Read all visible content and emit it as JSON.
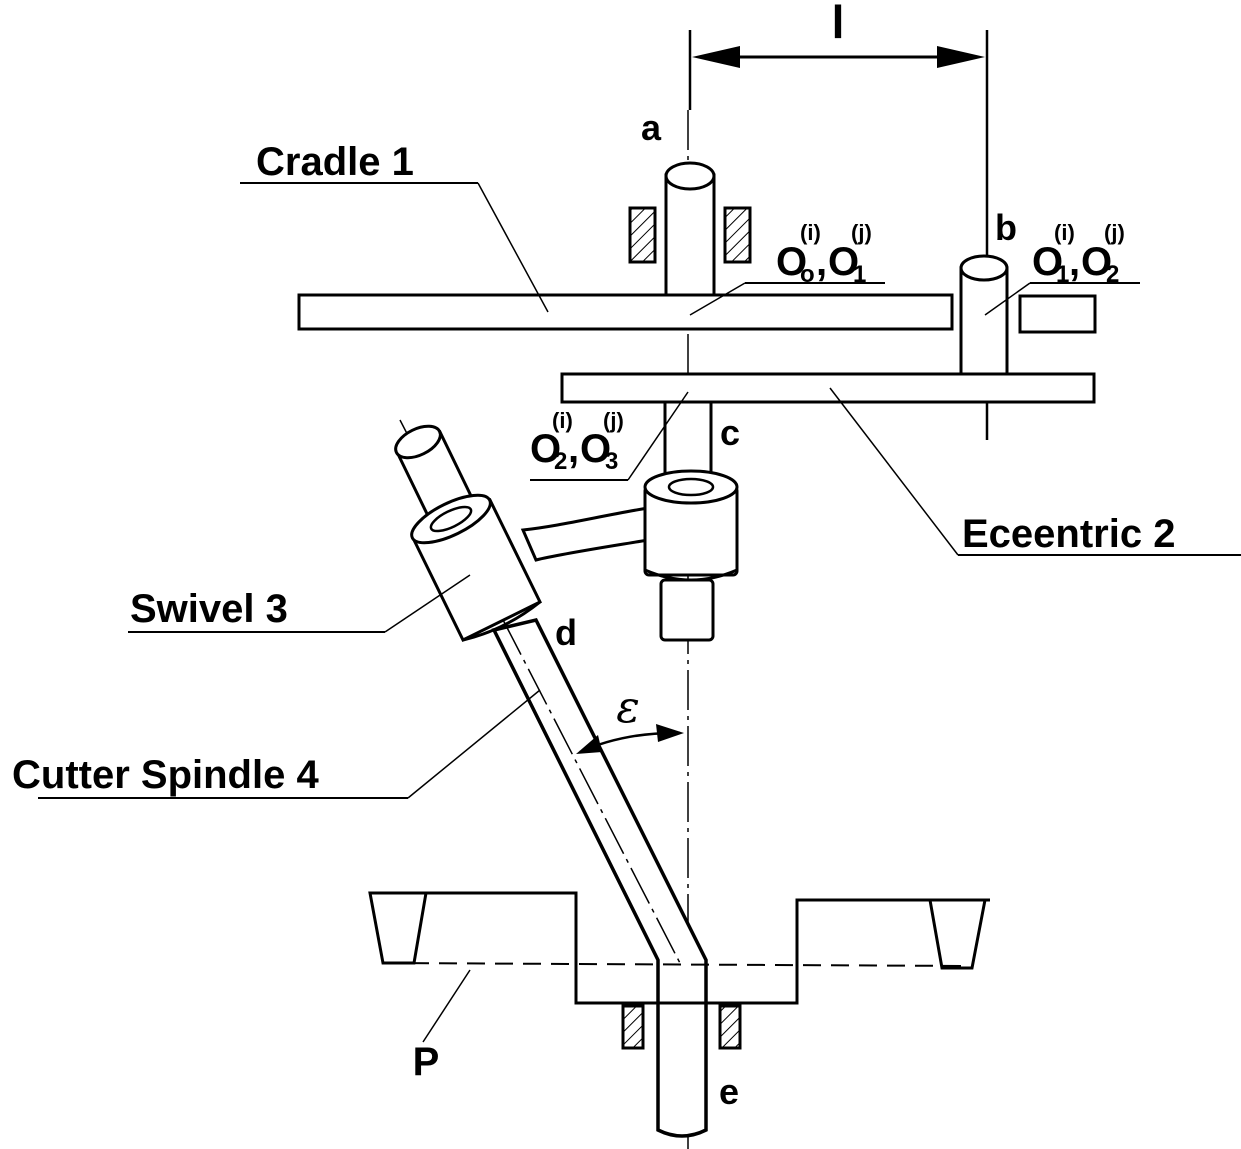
{
  "labels": {
    "dimension": "l",
    "axis_a": "a",
    "axis_b": "b",
    "axis_c": "c",
    "axis_d": "d",
    "axis_e": "e",
    "angle": "ε",
    "plane": "P",
    "cradle": "Cradle  1",
    "eccentric": "Eceentric  2",
    "swivel": "Swivel  3",
    "cutter_spindle": "Cutter Spindle  4"
  },
  "points": {
    "o01": {
      "base1": "O",
      "sub1": "o",
      "base2": "O",
      "sub2": "1",
      "sup1": "(i)",
      "sup2": "(j)",
      "sep": ","
    },
    "o12": {
      "base1": "O",
      "sub1": "1",
      "base2": "O",
      "sub2": "2",
      "sup1": "(i)",
      "sup2": "(j)",
      "sep": ","
    },
    "o23": {
      "base1": "O",
      "sub1": "2",
      "base2": "O",
      "sub2": "3",
      "sup1": "(i)",
      "sup2": "(j)",
      "sep": ","
    }
  }
}
